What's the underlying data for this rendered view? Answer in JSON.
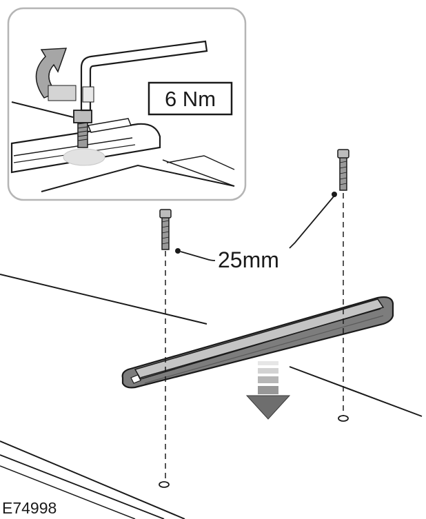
{
  "figure": {
    "reference_code": "E74998",
    "torque_label": "6 Nm",
    "bolt_length_label": "25mm"
  },
  "colors": {
    "line": "#1a1a1a",
    "rail_fill": "#7d7d7d",
    "rail_top": "#c4c4c4",
    "panel_border": "#b5b5b5",
    "bolt_fill": "#9a9a9a",
    "background": "#ffffff"
  },
  "icons": {
    "rotation_arrow": "rotate-arrow-icon",
    "down_arrow": "down-arrow-icon",
    "hex_key": "hex-key-icon"
  }
}
